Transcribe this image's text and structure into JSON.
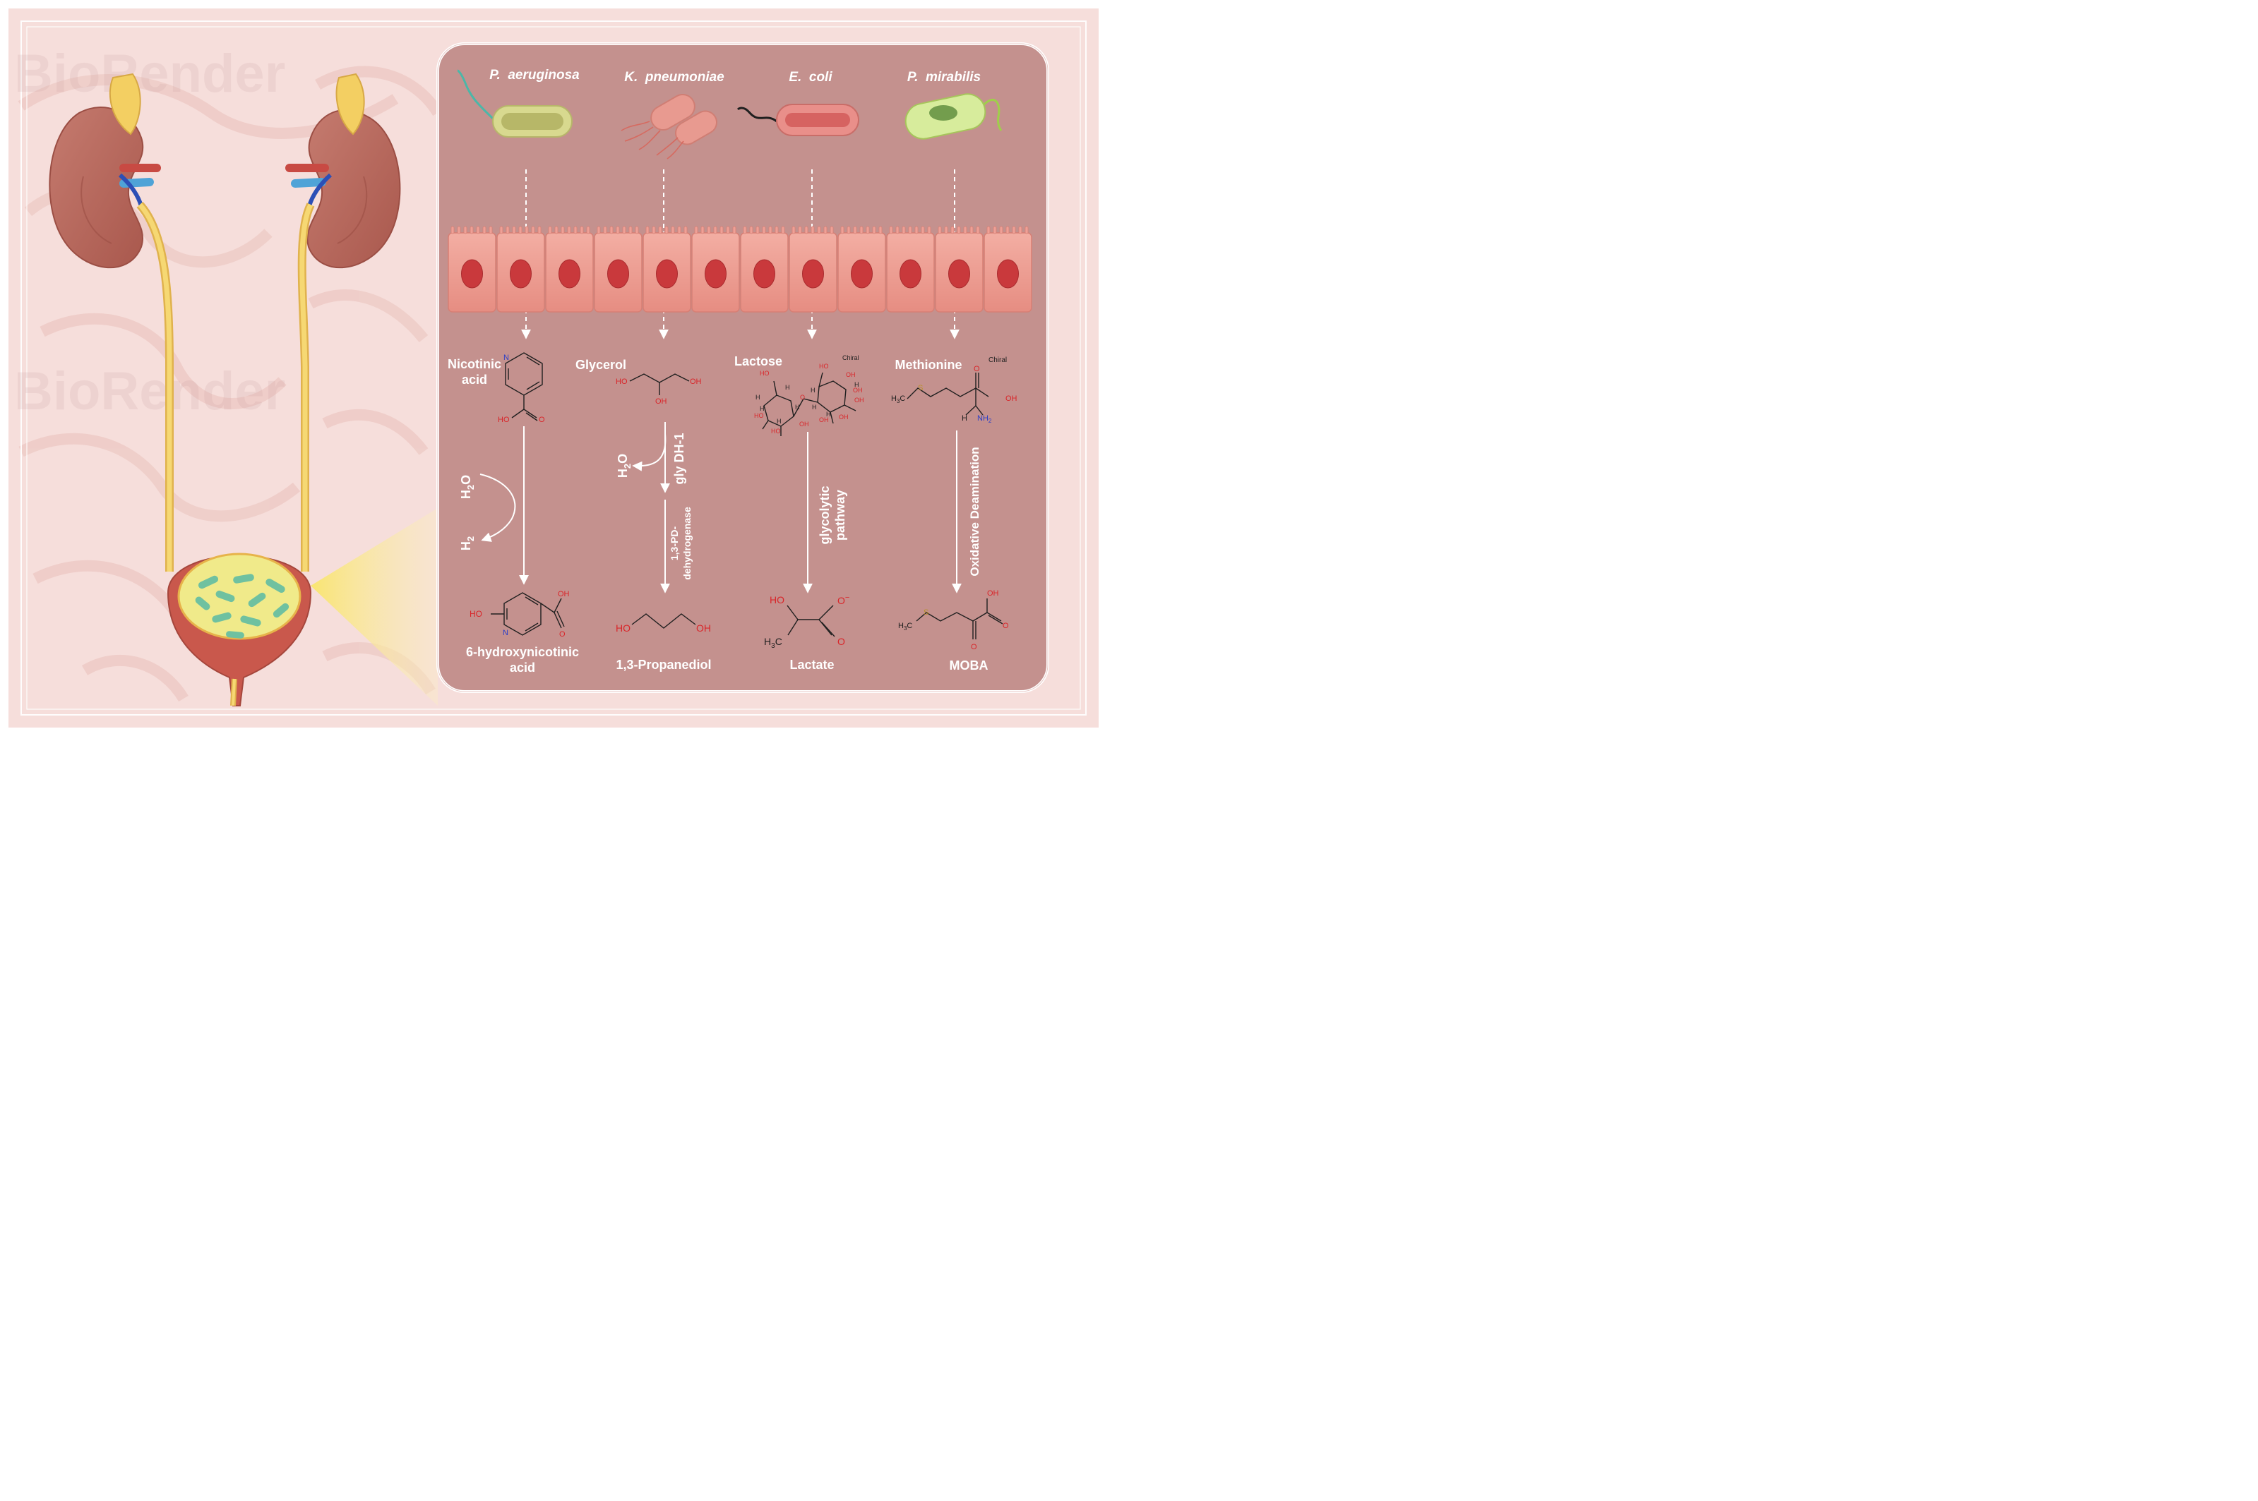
{
  "organisms": [
    {
      "name": "P.  aeruginosa",
      "color": "#d8d98f"
    },
    {
      "name": "K.  pneumoniae",
      "color": "#e89a90"
    },
    {
      "name": "E.  coli",
      "color": "#e98f8a"
    },
    {
      "name": "P.  mirabilis",
      "color": "#d7ec9c"
    }
  ],
  "substrates": [
    {
      "name_line1": "Nicotinic",
      "name_line2": "acid"
    },
    {
      "name": "Glycerol"
    },
    {
      "name": "Lactose",
      "tag": "Chiral"
    },
    {
      "name": "Methionine",
      "tag": "Chiral"
    }
  ],
  "reactions": [
    {
      "byproduct_in": "H",
      "byproduct_in_sub": "2",
      "byproduct_in_tail": "O",
      "byproduct_out": "H",
      "byproduct_out_sub": "2"
    },
    {
      "byproduct": "H",
      "byproduct_sub": "2",
      "byproduct_tail": "O",
      "enzyme1": "gly DH-1",
      "enzyme2_line1": "1,3-PD-",
      "enzyme2_line2": "dehydrogenase"
    },
    {
      "pathway_line1": "glycolytic",
      "pathway_line2": "pathway"
    },
    {
      "pathway": "Oxidative Deamination"
    }
  ],
  "products": [
    {
      "name_line1": "6-hydroxynicotinic",
      "name_line2": "acid"
    },
    {
      "name": "1,3-Propanediol"
    },
    {
      "name": "Lactate"
    },
    {
      "name": "MOBA"
    }
  ],
  "atoms": {
    "N": "N",
    "HO": "HO",
    "O": "O",
    "OH": "OH",
    "H": "H",
    "S": "S",
    "H3C": "H",
    "H3C_sub": "3",
    "H3C_tail": "C",
    "NH2": "NH",
    "NH2_sub": "2",
    "O_minus": "O",
    "minus": "−"
  },
  "watermark": "BioRender",
  "colors": {
    "panel": "#c4918e",
    "panel_border": "#ffffff",
    "background": "#f6dedb",
    "epithelium": "#ef9c91",
    "nucleus": "#c9393c",
    "kidney": "#b86b60",
    "ureter": "#f3cf62",
    "bladder_fill": "#f0ea8a",
    "bacteria_green": "#6fc1a0"
  }
}
